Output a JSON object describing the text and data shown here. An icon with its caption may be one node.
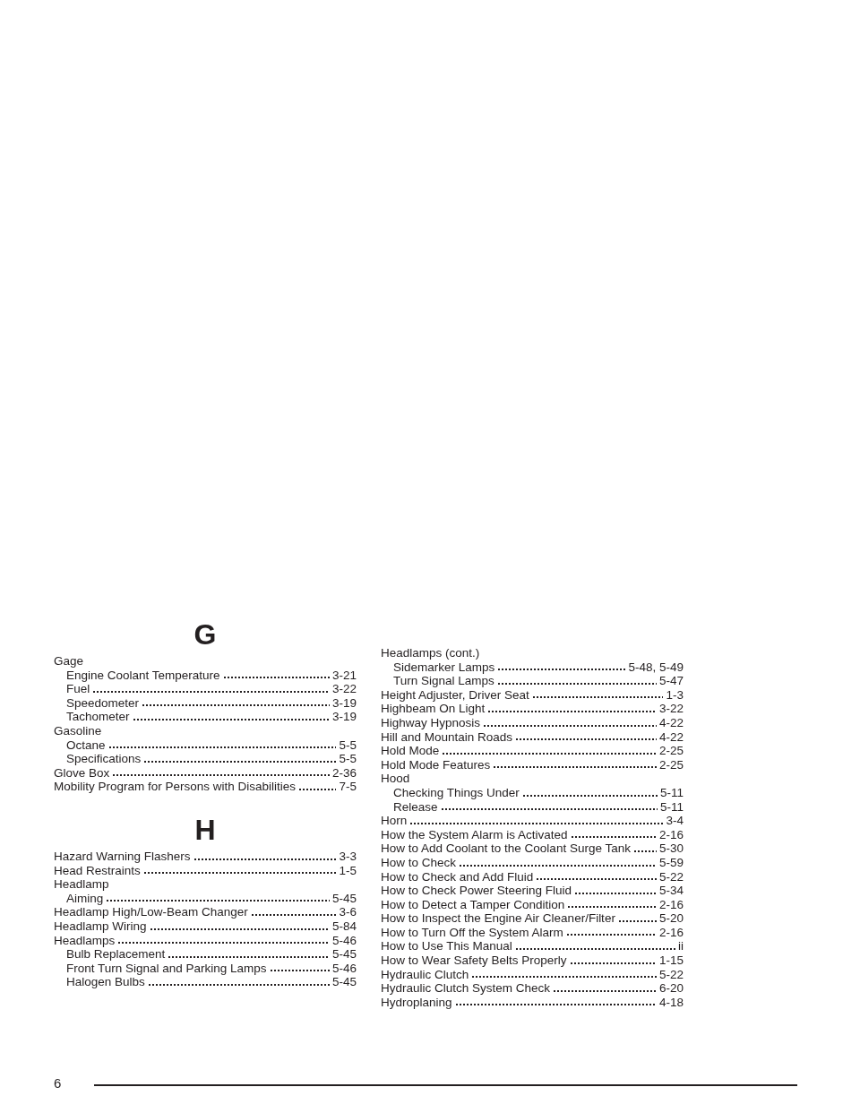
{
  "diagram": {
    "labels": [
      "G",
      "Gage",
      "Engine Coolant Temperature",
      "3-21",
      "Fuel",
      "3-22",
      "Speedometer",
      "3-19",
      "Tachometer",
      "3-19",
      "Gasoline",
      "Octane",
      "5-5",
      "Specifications",
      "5-5",
      "Glove Box",
      "2-36",
      "Mobility Program for Persons with Disabilities",
      "7-5",
      "H",
      "Hazard Warning Flashers",
      "3-3",
      "Head Restraints",
      "1-5",
      "Headlamp",
      "Aiming",
      "5-45",
      "Headlamp High/Low-Beam Changer",
      "3-6",
      "Headlamp Wiring",
      "5-84",
      "Headlamps",
      "5-46",
      "Bulb Replacement",
      "5-45",
      "Front Turn Signal and Parking Lamps",
      "5-46",
      "Halogen Bulbs",
      "5-45",
      "Headlamps (cont.)",
      "Sidemarker Lamps",
      "5-48, 5-49",
      "Turn Signal Lamps",
      "5-47",
      "Height Adjuster, Driver Seat",
      "1-3",
      "Highbeam On Light",
      "3-22",
      "Highway Hypnosis",
      "4-22",
      "Hill and Mountain Roads",
      "4-22",
      "Hold Mode",
      "2-25",
      "Hold Mode Features",
      "2-25",
      "Hood",
      "Checking Things Under",
      "5-11",
      "Release",
      "5-11",
      "Horn",
      "3-4",
      "How the System Alarm is Activated",
      "2-16",
      "How to Add Coolant to the Coolant Surge Tank",
      "5-30",
      "How to Check",
      "5-59",
      "How to Check and Add Fluid",
      "5-22",
      "How to Check Power Steering Fluid",
      "5-34",
      "How to Detect a Tamper Condition",
      "2-16",
      "How to Inspect the Engine Air Cleaner/Filter",
      "5-20",
      "How to Turn Off the System Alarm",
      "2-16",
      "How to Use This Manual",
      "ii",
      "How to Wear Safety Belts Properly",
      "1-15",
      "Hydraulic Clutch",
      "5-22",
      "Hydraulic Clutch System Check",
      "6-20",
      "Hydroplaning",
      "4-18",
      "6"
    ]
  }
}
